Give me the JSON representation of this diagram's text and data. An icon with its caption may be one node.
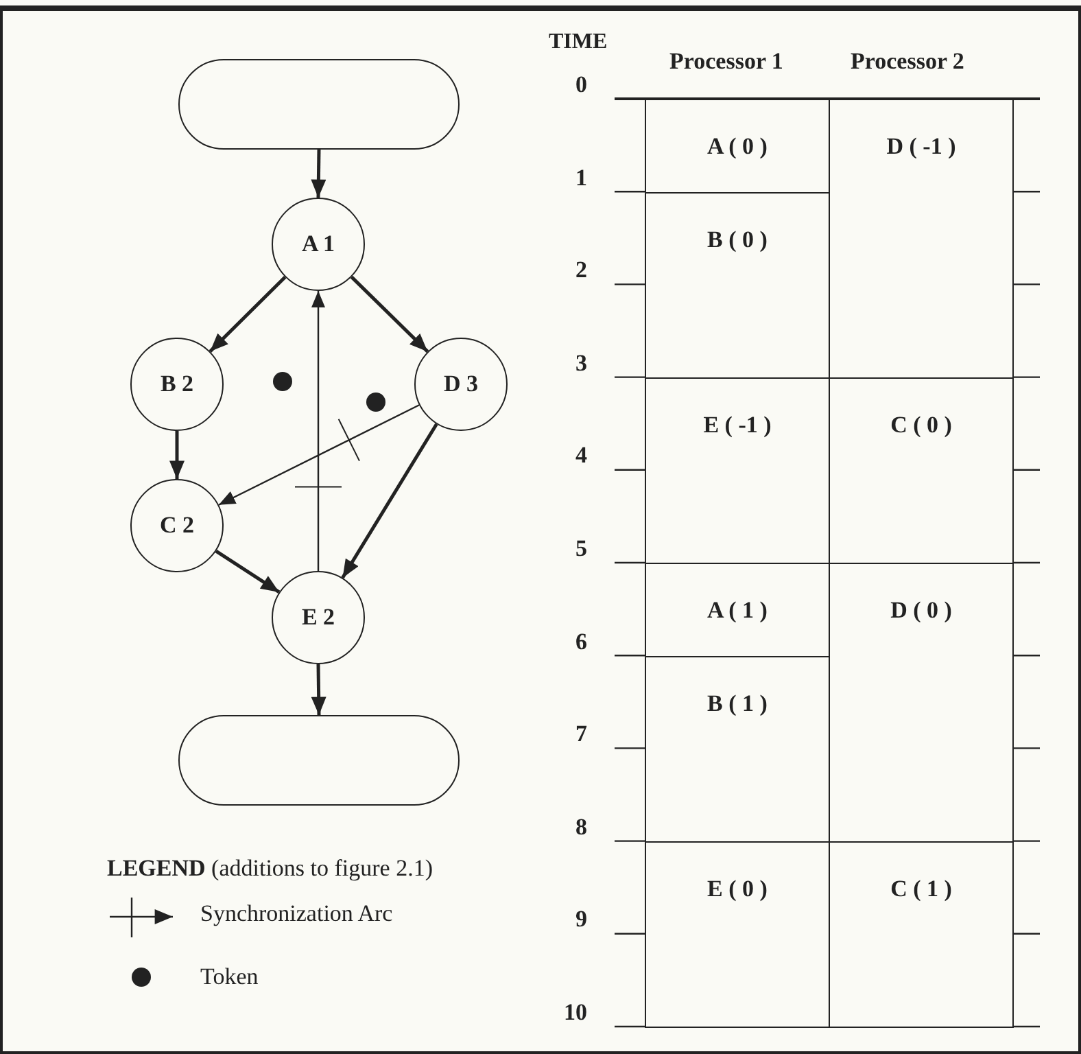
{
  "diagram": {
    "nodes": [
      {
        "text": [],
        "shape": "box"
      },
      {
        "text": [
          "A 1"
        ]
      },
      {
        "text": [
          "B 2"
        ]
      },
      {
        "text": [
          "D 3"
        ]
      },
      {
        "text": [
          "C 2"
        ]
      },
      {
        "text": [
          "E 2"
        ]
      },
      {
        "text": [],
        "shape": "box"
      },
      {
        "text": [
          "A ( 0 )"
        ]
      },
      {
        "text": [
          "D ( -1 )"
        ]
      },
      {
        "text": [
          "B ( 0 )"
        ]
      },
      {
        "text": [
          "E ( -1 )"
        ]
      },
      {
        "text": [
          "C ( 0 )"
        ]
      },
      {
        "text": [
          "A ( 1 )"
        ]
      },
      {
        "text": [
          "D ( 0 )"
        ]
      },
      {
        "text": [
          "B ( 1 )"
        ]
      },
      {
        "text": [
          "E ( 0 )"
        ]
      },
      {
        "text": [
          "C ( 1 )"
        ]
      }
    ],
    "edges": [
      {
        "from": 0,
        "to": 1,
        "arrow": "to"
      },
      {
        "from": 1,
        "to": 2,
        "arrow": "to"
      },
      {
        "from": 1,
        "to": 3,
        "arrow": "to"
      },
      {
        "from": 2,
        "to": 4,
        "arrow": "to"
      },
      {
        "from": 3,
        "to": 4,
        "arrow": "to"
      },
      {
        "from": 3,
        "to": 5,
        "arrow": "to"
      },
      {
        "from": 4,
        "to": 5,
        "arrow": "to"
      },
      {
        "from": 5,
        "to": 1,
        "arrow": "to"
      },
      {
        "from": 5,
        "to": 6,
        "arrow": "to"
      }
    ],
    "labels": [
      "TIME",
      "Processor 1",
      "Processor 2",
      "0",
      "1",
      "2",
      "3",
      "4",
      "5",
      "6",
      "7",
      "8",
      "9",
      "10",
      "**LEGEND** (additions to figure 2.1)"
    ],
    "legend": [
      {
        "text": "Synchronization Arc"
      },
      {
        "text": "Token"
      }
    ]
  }
}
